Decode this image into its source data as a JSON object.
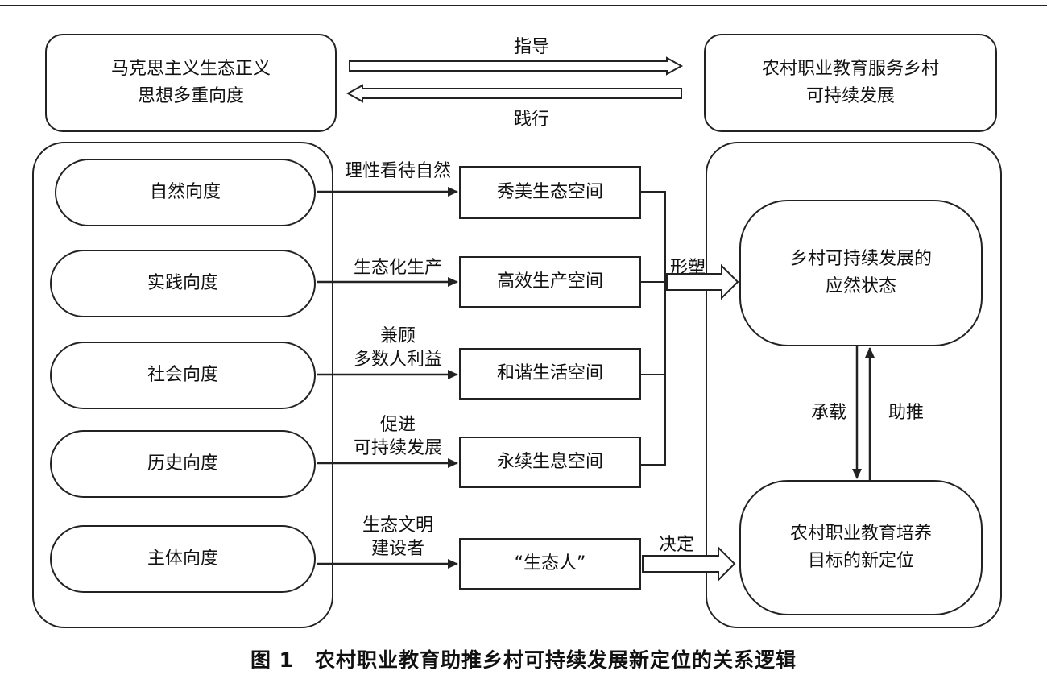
{
  "top_left": {
    "line1": "马克思主义生态正义",
    "line2": "思想多重向度"
  },
  "top_right": {
    "line1": "农村职业教育服务乡村",
    "line2": "可持续发展"
  },
  "arrow_guide_label": "指导",
  "arrow_practice_label": "践行",
  "dimensions": [
    {
      "label": "自然向度",
      "edge": [
        "理性看待自然"
      ],
      "space": "秀美生态空间"
    },
    {
      "label": "实践向度",
      "edge": [
        "生态化生产"
      ],
      "space": "高效生产空间"
    },
    {
      "label": "社会向度",
      "edge": [
        "兼顾",
        "多数人利益"
      ],
      "space": "和谐生活空间"
    },
    {
      "label": "历史向度",
      "edge": [
        "促进",
        "可持续发展"
      ],
      "space": "永续生息空间"
    },
    {
      "label": "主体向度",
      "edge": [
        "生态文明",
        "建设者"
      ],
      "space": "“生态人”"
    }
  ],
  "shape_label": "形塑",
  "decide_label": "决定",
  "right_upper": {
    "line1": "乡村可持续发展的",
    "line2": "应然状态"
  },
  "right_lower": {
    "line1": "农村职业教育培养",
    "line2": "目标的新定位"
  },
  "carry_label": "承载",
  "push_label": "助推",
  "caption": "图 1　农村职业教育助推乡村可持续发展新定位的关系逻辑"
}
